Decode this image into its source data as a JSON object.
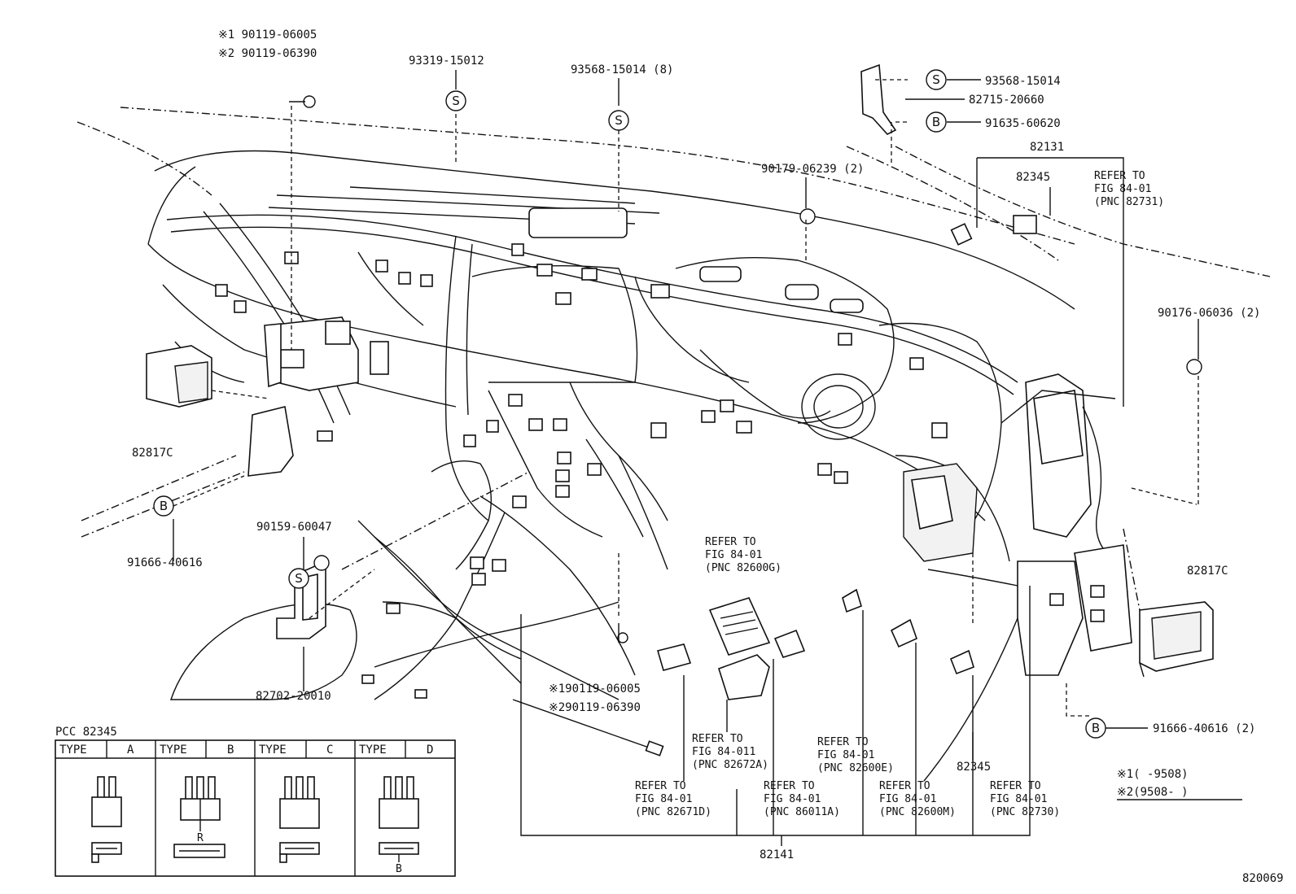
{
  "labels": {
    "star1_a": "※1 90119-06005",
    "star2_a": "※2 90119-06390",
    "p93319": "93319-15012",
    "p93568": "93568-15014 (8)",
    "p93568b": "93568-15014",
    "p82715": "82715-20660",
    "p91635": "91635-60620",
    "p90179": "90179-06239 (2)",
    "p82131": "82131",
    "p82345a": "82345",
    "refer_731": [
      "REFER TO",
      "FIG 84-01",
      "(PNC 82731)"
    ],
    "p90176": "90176-06036 (2)",
    "p82817c_left": "82817C",
    "p91666_left": "91666-40616",
    "p90159": "90159-60047",
    "refer_600g": [
      "REFER TO",
      "FIG 84-01",
      "(PNC 82600G)"
    ],
    "p82817c_right": "82817C",
    "p82702": "82702-20010",
    "star1_b": "※190119-06005",
    "star2_b": "※290119-06390",
    "refer_672a": [
      "REFER TO",
      "FIG 84-011",
      "(PNC 82672A)"
    ],
    "refer_600e": [
      "REFER TO",
      "FIG 84-01",
      "(PNC 82600E)"
    ],
    "p91666_right": "91666-40616 (2)",
    "p82345b": "82345",
    "refer_671d": [
      "REFER TO",
      "FIG 84-01",
      "(PNC 82671D)"
    ],
    "refer_011a": [
      "REFER TO",
      "FIG 84-01",
      "(PNC 86011A)"
    ],
    "refer_600m": [
      "REFER TO",
      "FIG 84-01",
      "(PNC 82600M)"
    ],
    "refer_730": [
      "REFER TO",
      "FIG 84-01",
      "(PNC 82730)"
    ],
    "p82141": "82141",
    "fig_code": "820069",
    "legend_1": "※1(      -9508)",
    "legend_2": "※2(9508-       )"
  },
  "symbols": {
    "screw": "S",
    "bolt": "B"
  },
  "pcc_table": {
    "title": "PCC 82345",
    "columns": [
      {
        "type_label": "TYPE",
        "type_value": "A"
      },
      {
        "type_label": "TYPE",
        "type_value": "B",
        "note": "R"
      },
      {
        "type_label": "TYPE",
        "type_value": "C"
      },
      {
        "type_label": "TYPE",
        "type_value": "D",
        "note": "B"
      }
    ]
  }
}
